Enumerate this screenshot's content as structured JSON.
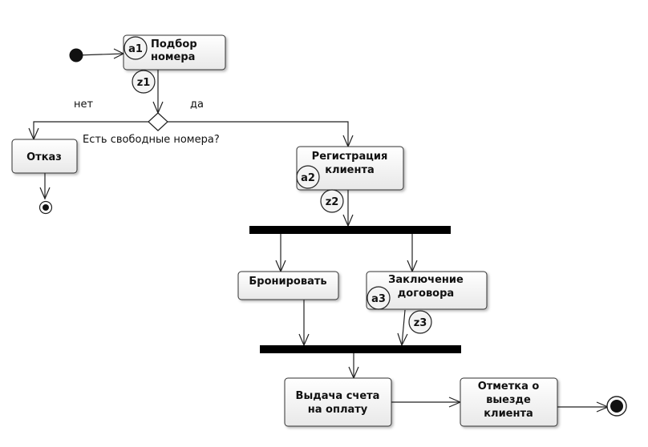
{
  "activities": {
    "select_room": [
      "Подбор",
      "номера"
    ],
    "refusal": [
      "Отказ"
    ],
    "register_client": [
      "Регистрация",
      "клиента"
    ],
    "book": [
      "Бронировать"
    ],
    "contract": [
      "Заключение",
      "договора"
    ],
    "invoice": [
      "Выдача счета",
      "на оплату"
    ],
    "checkout_mark": [
      "Отметка о",
      "выезде",
      "клиента"
    ]
  },
  "markers": {
    "a1": "a1",
    "z1": "z1",
    "a2": "a2",
    "z2": "z2",
    "a3": "a3",
    "z3": "z3"
  },
  "decision": {
    "question": "Есть свободные номера?",
    "no_label": "нет",
    "yes_label": "да"
  }
}
